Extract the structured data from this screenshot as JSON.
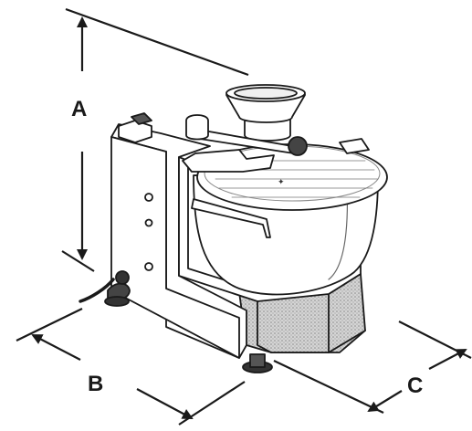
{
  "dimensions": {
    "height_label": "A",
    "depth_label": "B",
    "width_label": "C"
  },
  "colors": {
    "ink": "#1a1a1a",
    "paper": "#ffffff",
    "motor_housing_shade": "#c8c8c8",
    "foot": "#333333"
  }
}
